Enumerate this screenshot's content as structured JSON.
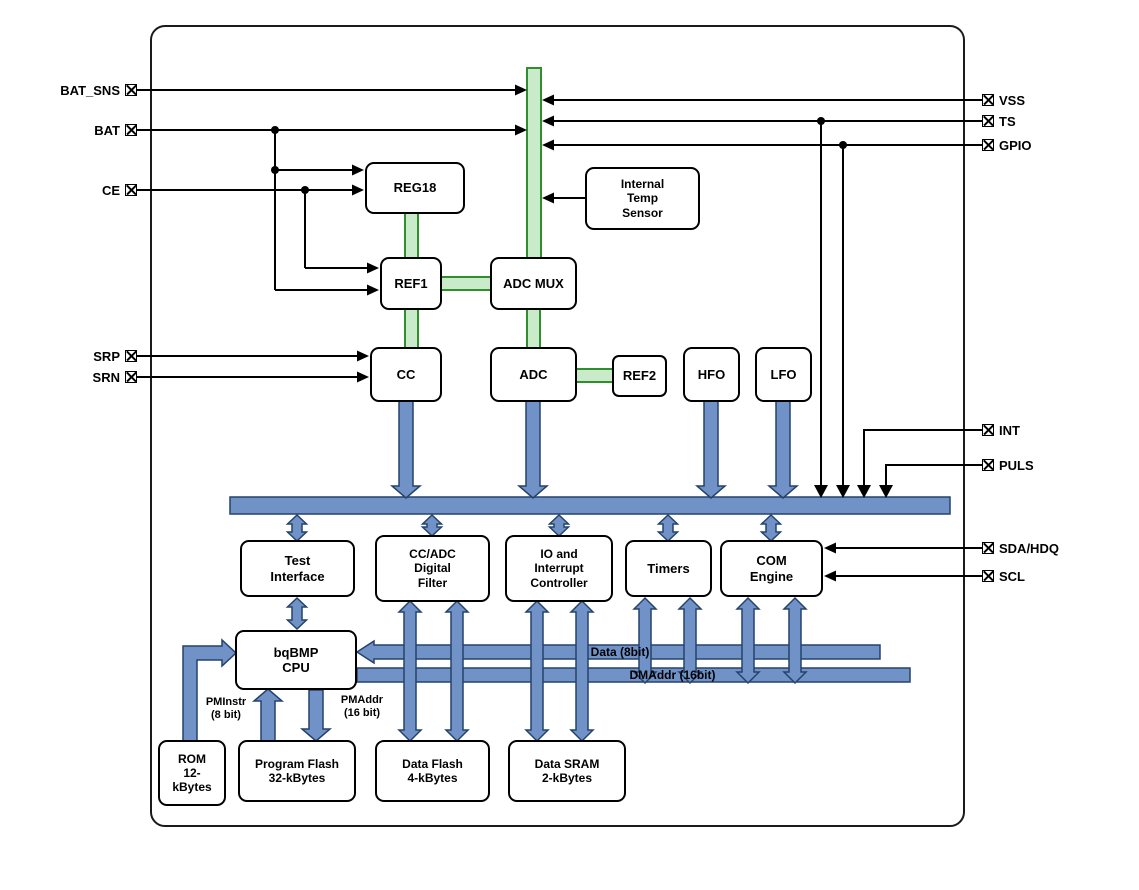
{
  "diagram": {
    "pins_left": [
      {
        "label": "BAT_SNS"
      },
      {
        "label": "BAT"
      },
      {
        "label": "CE"
      },
      {
        "label": "SRP"
      },
      {
        "label": "SRN"
      }
    ],
    "pins_right": [
      {
        "label": "VSS"
      },
      {
        "label": "TS"
      },
      {
        "label": "GPIO"
      },
      {
        "label": "INT"
      },
      {
        "label": "PULS"
      },
      {
        "label": "SDA/HDQ"
      },
      {
        "label": "SCL"
      }
    ],
    "blocks": {
      "reg18": {
        "label": "REG18"
      },
      "temp_sensor": {
        "label": "Internal\nTemp\nSensor"
      },
      "ref1": {
        "label": "REF1"
      },
      "adc_mux": {
        "label": "ADC MUX"
      },
      "cc": {
        "label": "CC"
      },
      "adc": {
        "label": "ADC"
      },
      "ref2": {
        "label": "REF2"
      },
      "hfo": {
        "label": "HFO"
      },
      "lfo": {
        "label": "LFO"
      },
      "test_interface": {
        "label": "Test\nInterface"
      },
      "cc_adc_filter": {
        "label": "CC/ADC\nDigital\nFilter"
      },
      "io_interrupt": {
        "label": "IO and\nInterrupt\nController"
      },
      "timers": {
        "label": "Timers"
      },
      "com_engine": {
        "label": "COM\nEngine"
      },
      "cpu": {
        "label": "bqBMP\nCPU"
      },
      "rom": {
        "label": "ROM\n12-\nkBytes"
      },
      "program_flash": {
        "label": "Program Flash\n32-kBytes"
      },
      "data_flash": {
        "label": "Data Flash\n4-kBytes"
      },
      "data_sram": {
        "label": "Data SRAM\n2-kBytes"
      }
    },
    "bus_labels": {
      "data_bus": "Data (8bit)",
      "dmaddr_bus": "DMAddr (16bit)",
      "pminstr": "PMInstr\n(8 bit)",
      "pmaddr": "PMAddr\n(16 bit)"
    },
    "colors": {
      "bus_fill": "#7092c7",
      "bus_stroke": "#24426b",
      "green_fill": "#c9ebc9",
      "green_stroke": "#2f8f2f",
      "line": "#000000",
      "block_bg": "#ffffff",
      "block_border": "#000000"
    }
  }
}
